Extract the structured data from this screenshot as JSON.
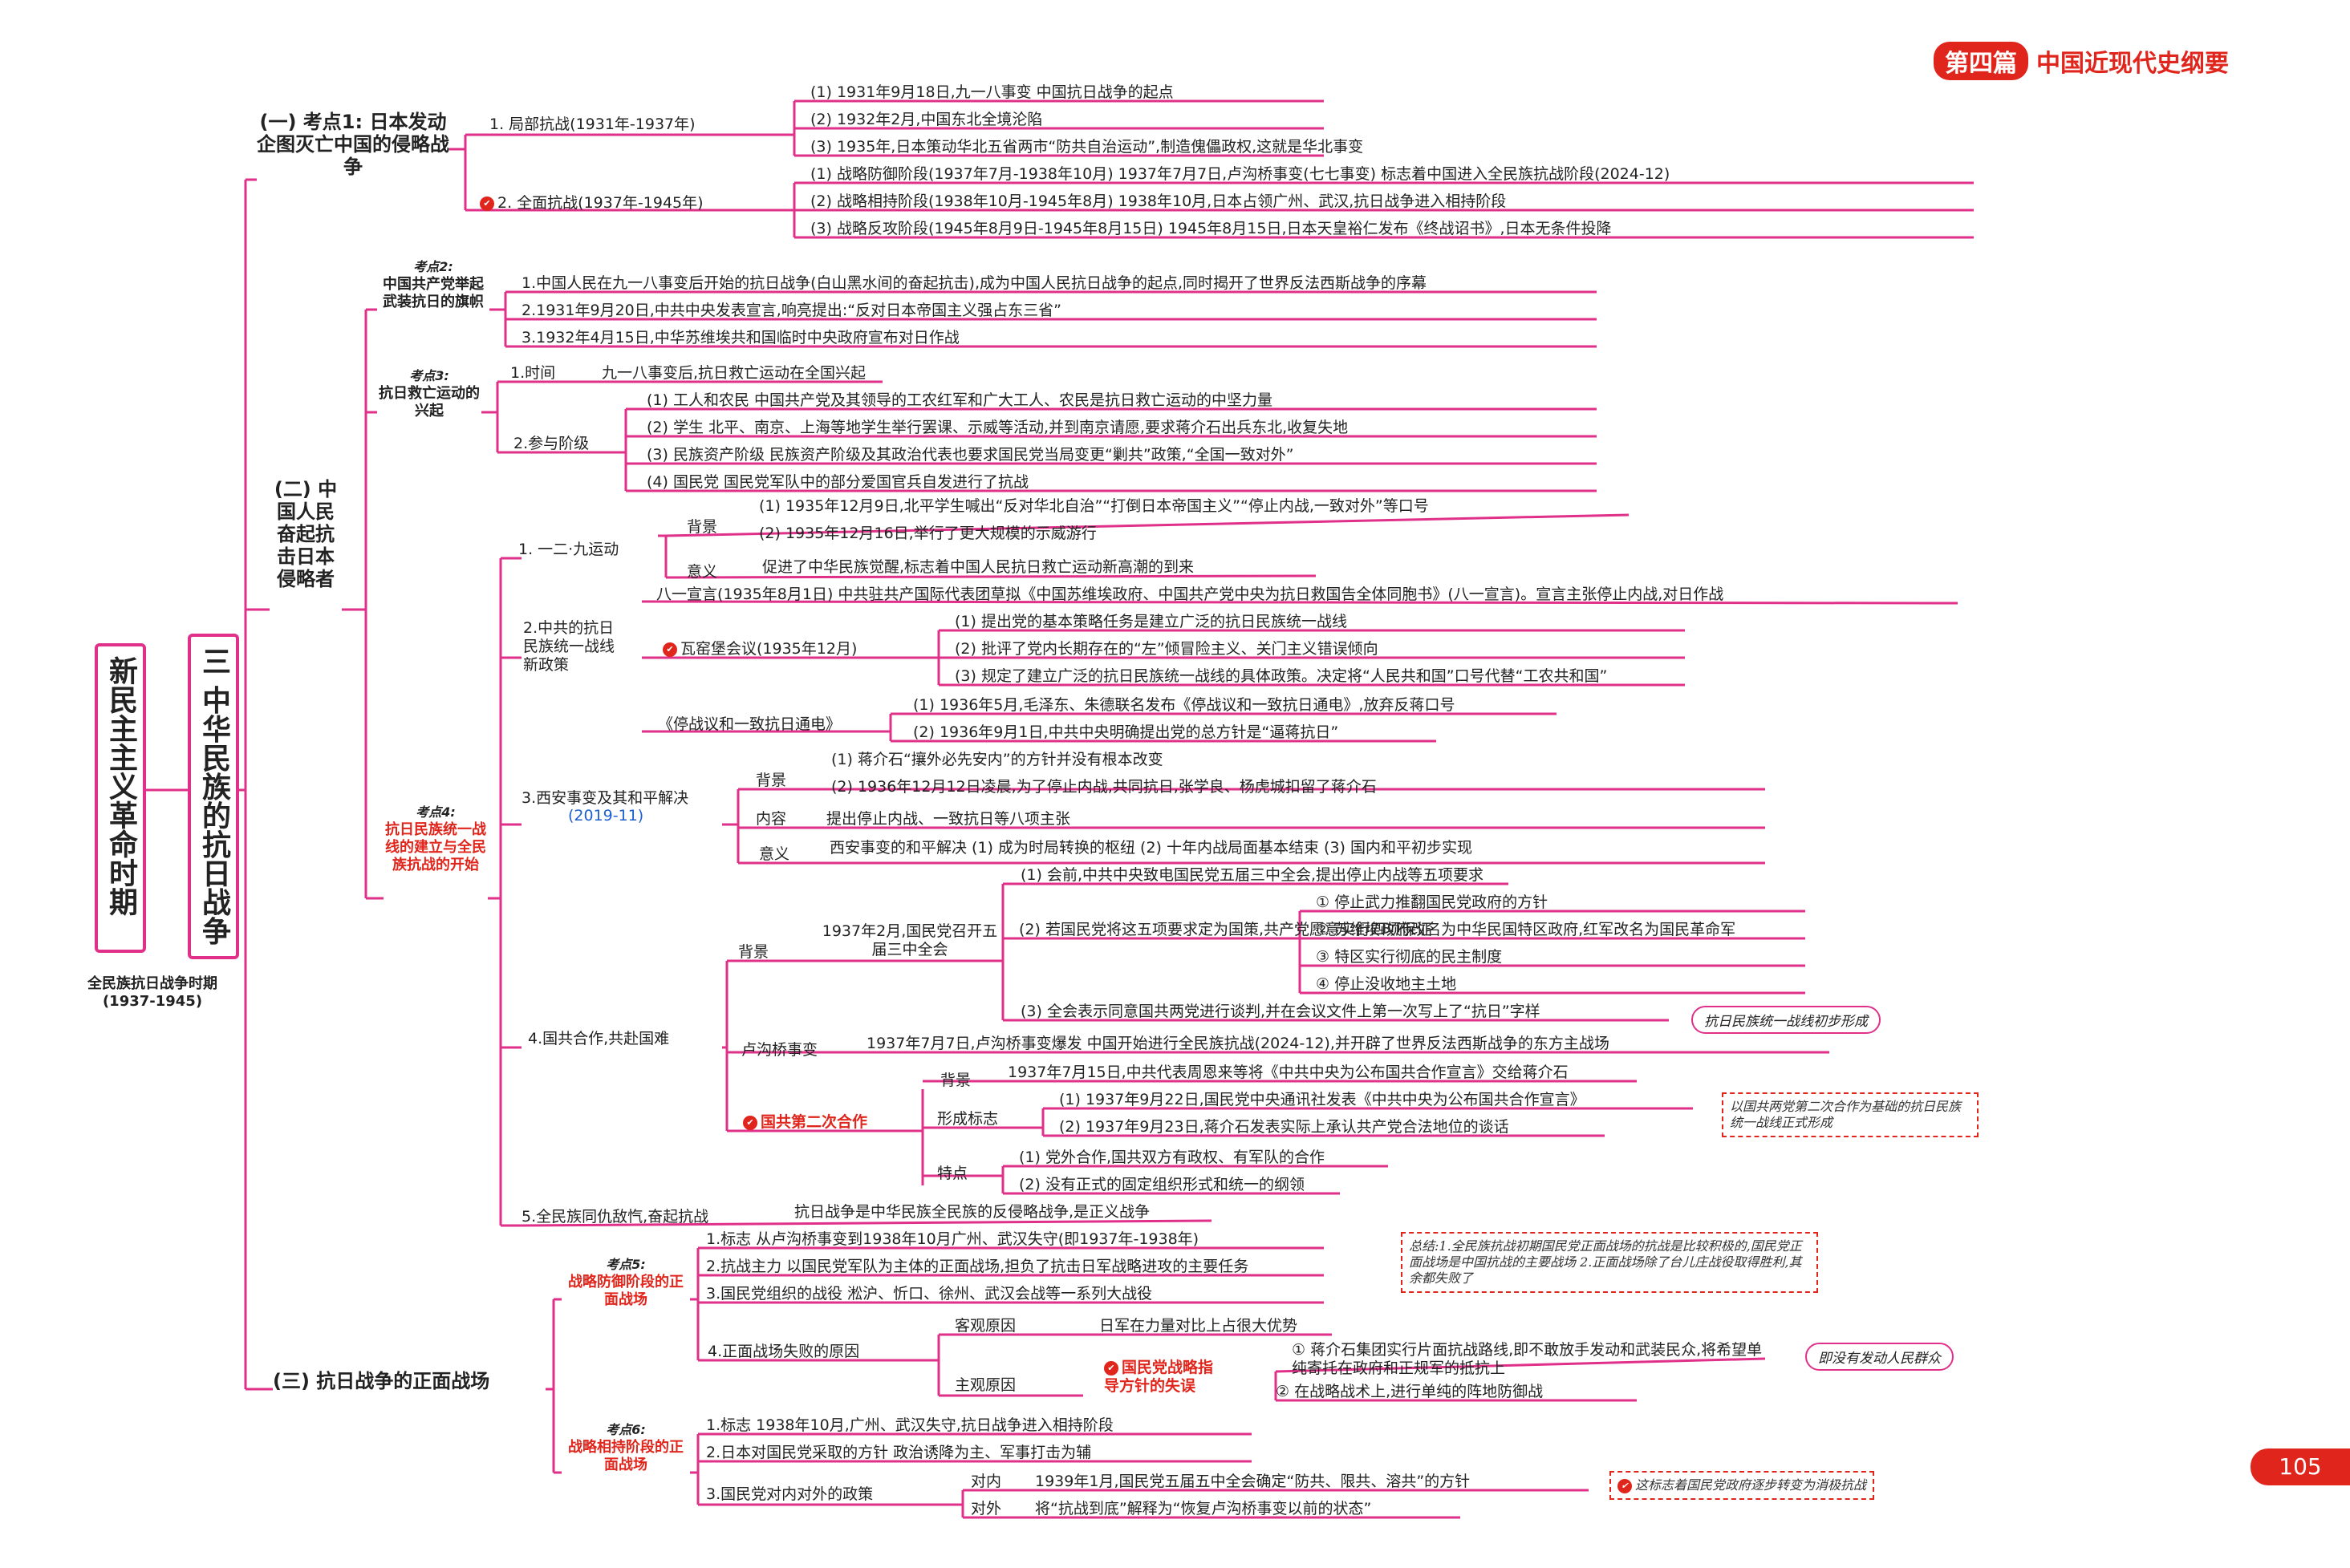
{
  "header": {
    "badge": "第四篇",
    "title": "中国近现代史纲要"
  },
  "page_number": "105",
  "period": {
    "title": "新民主主义革命时期",
    "chapter": "三 中华民族的抗日战争",
    "subtitle": "全民族抗日战争时期",
    "years": "(1937-1945)"
  },
  "sections": {
    "s1": "(一) 考点1: 日本发动企图灭亡中国的侵略战争",
    "s2": "(二) 中国人民奋起抗击日本侵略者",
    "s3": "(三) 抗日战争的正面战场"
  },
  "kaodian": [
    {
      "tag": "考点2:",
      "body": "中国共产党举起武装抗日的旗帜"
    },
    {
      "tag": "考点3:",
      "body": "抗日救亡运动的兴起"
    },
    {
      "tag": "考点4:",
      "body": "抗日民族统一战线的建立与全民族抗战的开始"
    },
    {
      "tag": "考点5:",
      "body": "战略防御阶段的正面战场"
    },
    {
      "tag": "考点6:",
      "body": "战略相持阶段的正面战场"
    }
  ],
  "branches": {
    "s1a": "1. 局部抗战(1931年-1937年)",
    "s1b": "2. 全面抗战(1937年-1945年)",
    "k3a": "1.时间",
    "k3b": "2.参与阶级",
    "k4a": "1. 一二·九运动",
    "k4b": "2.中共的抗日民族统一战线新政策",
    "k4c": "3.西安事变及其和平解决",
    "k4c_year": "(2019-11)",
    "k4d": "4.国共合作,共赴国难",
    "k4e": "5.全民族同仇敌忾,奋起抗战",
    "bg": "背景",
    "yy": "意义",
    "nr": "内容",
    "bg2": "背景",
    "yy2": "意义",
    "wyb_head": "瓦窑堡会议(1935年12月)",
    "tzd_head": "《停战议和一致抗日通电》",
    "sanzhong": "1937年2月,国民党召开五届三中全会",
    "lgq": "卢沟桥事变",
    "gg2": "国共第二次合作",
    "bg3": "背景",
    "xcbz": "形成标志",
    "td": "特点",
    "ks": "客观原因",
    "zg": "主观原因",
    "zg_detail": "国民党战略指导方针的失误",
    "dn": "对内",
    "dw": "对外"
  },
  "leaves": {
    "l1": "(1) 1931年9月18日,九一八事变      中国抗日战争的起点",
    "l2": "(2) 1932年2月,中国东北全境沦陷",
    "l3": "(3) 1935年,日本策动华北五省两市“防共自治运动”,制造傀儡政权,这就是华北事变",
    "l4": "(1) 战略防御阶段(1937年7月-1938年10月)      1937年7月7日,卢沟桥事变(七七事变)      标志着中国进入全民族抗战阶段(2024-12)",
    "l5": "(2) 战略相持阶段(1938年10月-1945年8月)      1938年10月,日本占领广州、武汉,抗日战争进入相持阶段",
    "l6": "(3) 战略反攻阶段(1945年8月9日-1945年8月15日)      1945年8月15日,日本天皇裕仁发布《终战诏书》,日本无条件投降",
    "l7": "1.中国人民在九一八事变后开始的抗日战争(白山黑水间的奋起抗击),成为中国人民抗日战争的起点,同时揭开了世界反法西斯战争的序幕",
    "l8": "2.1931年9月20日,中共中央发表宣言,响亮提出:“反对日本帝国主义强占东三省”",
    "l9": "3.1932年4月15日,中华苏维埃共和国临时中央政府宣布对日作战",
    "l10": "九一八事变后,抗日救亡运动在全国兴起",
    "l11": "(1) 工人和农民      中国共产党及其领导的工农红军和广大工人、农民是抗日救亡运动的中坚力量",
    "l12": "(2) 学生      北平、南京、上海等地学生举行罢课、示威等活动,并到南京请愿,要求蒋介石出兵东北,收复失地",
    "l13": "(3) 民族资产阶级      民族资产阶级及其政治代表也要求国民党当局变更“剿共”政策,“全国一致对外”",
    "l14": "(4) 国民党      国民党军队中的部分爱国官兵自发进行了抗战",
    "l15": "(1) 1935年12月9日,北平学生喊出“反对华北自治”“打倒日本帝国主义”“停止内战,一致对外”等口号",
    "l16": "(2) 1935年12月16日,举行了更大规模的示威游行",
    "l17": "促进了中华民族觉醒,标志着中国人民抗日救亡运动新高潮的到来",
    "l18": "八一宣言(1935年8月1日)      中共驻共产国际代表团草拟《中国苏维埃政府、中国共产党中央为抗日救国告全体同胞书》(八一宣言)。宣言主张停止内战,对日作战",
    "l19": "(1) 提出党的基本策略任务是建立广泛的抗日民族统一战线",
    "l20": "(2) 批评了党内长期存在的“左”倾冒险主义、关门主义错误倾向",
    "l21": "(3) 规定了建立广泛的抗日民族统一战线的具体政策。决定将“人民共和国”口号代替“工农共和国”",
    "l22": "(1) 1936年5月,毛泽东、朱德联名发布《停战议和一致抗日通电》,放弃反蒋口号",
    "l23": "(2) 1936年9月1日,中共中央明确提出党的总方针是“逼蒋抗日”",
    "l24": "(1) 蒋介石“攘外必先安内”的方针并没有根本改变",
    "l25": "(2) 1936年12月12日凌晨,为了停止内战,共同抗日,张学良、杨虎城扣留了蒋介石",
    "l26": "提出停止内战、一致抗日等八项主张",
    "l27": "西安事变的和平解决      (1) 成为时局转换的枢纽      (2) 十年内战局面基本结束      (3) 国内和平初步实现",
    "l28": "(1) 会前,中共中央致电国民党五届三中全会,提出停止内战等五项要求",
    "l29": "(2) 若国民党将这五项要求定为国策,共产党愿意实行四项保证",
    "l30": "① 停止武力推翻国民党政府的方针",
    "l31": "② 苏维埃政府改名为中华民国特区政府,红军改名为国民革命军",
    "l32": "③ 特区实行彻底的民主制度",
    "l33": "④ 停止没收地主土地",
    "l34": "(3) 全会表示同意国共两党进行谈判,并在会议文件上第一次写上了“抗日”字样",
    "l35": "1937年7月7日,卢沟桥事变爆发      中国开始进行全民族抗战(2024-12),并开辟了世界反法西斯战争的东方主战场",
    "l36": "1937年7月15日,中共代表周恩来等将《中共中央为公布国共合作宣言》交给蒋介石",
    "l37": "(1) 1937年9月22日,国民党中央通讯社发表《中共中央为公布国共合作宣言》",
    "l38": "(2) 1937年9月23日,蒋介石发表实际上承认共产党合法地位的谈话",
    "l39": "(1) 党外合作,国共双方有政权、有军队的合作",
    "l40": "(2) 没有正式的固定组织形式和统一的纲领",
    "l41": "抗日战争是中华民族全民族的反侵略战争,是正义战争",
    "l42": "1.标志      从卢沟桥事变到1938年10月广州、武汉失守(即1937年-1938年)",
    "l43": "2.抗战主力      以国民党军队为主体的正面战场,担负了抗击日军战略进攻的主要任务",
    "l44": "3.国民党组织的战役      淞沪、忻口、徐州、武汉会战等一系列大战役",
    "l45": "4.正面战场失败的原因",
    "l46": "日军在力量对比上占很大优势",
    "l47": "① 蒋介石集团实行片面抗战路线,即不敢放手发动和武装民众,将希望单纯寄托在政府和正规军的抵抗上",
    "l48": "② 在战略战术上,进行单纯的阵地防御战",
    "l49": "1.标志      1938年10月,广州、武汉失守,抗日战争进入相持阶段",
    "l50": "2.日本对国民党采取的方针      政治诱降为主、军事打击为辅",
    "l51": "3.国民党对内对外的政策",
    "l52": "1939年1月,国民党五届五中全会确定“防共、限共、溶共”的方针",
    "l53": "将“抗战到底”解释为“恢复卢沟桥事变以前的状态”"
  },
  "notes": {
    "n1": "抗日民族统一战线初步形成",
    "n2": "以国共两党第二次合作为基础的抗日民族统一战线正式形成",
    "n3": "总结:1.全民族抗战初期国民党正面战场的抗战是比较积极的,国民党正面战场是中国抗战的主要战场 2.正面战场除了台儿庄战役取得胜利,其余都失败了",
    "n4": "即没有发动人民群众",
    "n5": "这标志着国民党政府逐步转变为消极抗战"
  },
  "colors": {
    "line": "#e0308a",
    "accent": "#e0261c",
    "blue": "#1c5fd0"
  }
}
